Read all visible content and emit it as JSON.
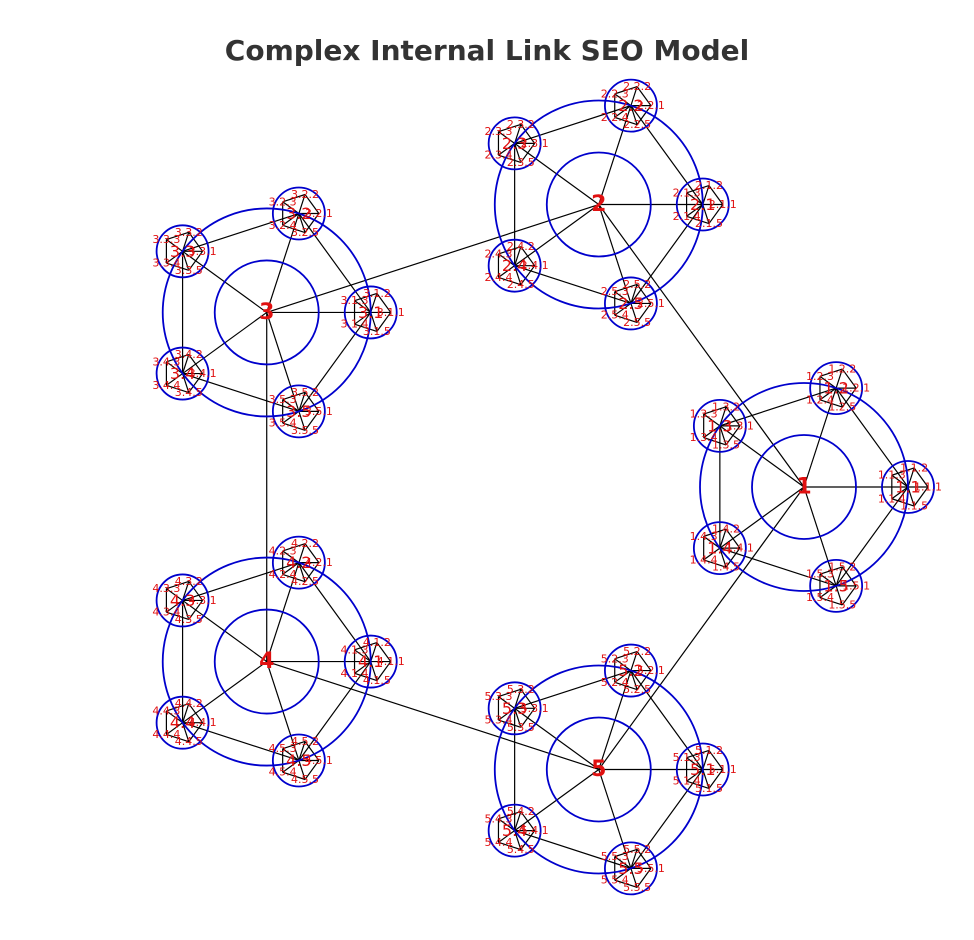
{
  "title": "Complex Internal Link SEO Model",
  "colors": {
    "ring": "#0000cc",
    "edge": "#000000",
    "label": "#e01010",
    "title": "#333333"
  },
  "hubs": [
    {
      "label": "1",
      "pages": [
        {
          "label": "1.1",
          "subpages": [
            "1.1.1",
            "1.1.2",
            "1.1.3",
            "1.1.4",
            "1.1.5"
          ]
        },
        {
          "label": "1.2",
          "subpages": [
            "1.2.1",
            "1.2.2",
            "1.2.3",
            "1.2.4",
            "1.2.5"
          ]
        },
        {
          "label": "1.3",
          "subpages": [
            "1.3.1",
            "1.3.2",
            "1.3.3",
            "1.3.4",
            "1.3.5"
          ]
        },
        {
          "label": "1.4",
          "subpages": [
            "1.4.1",
            "1.4.2",
            "1.4.3",
            "1.4.4",
            "1.4.5"
          ]
        },
        {
          "label": "1.5",
          "subpages": [
            "1.5.1",
            "1.5.2",
            "1.5.3",
            "1.5.4",
            "1.5.5"
          ]
        }
      ]
    },
    {
      "label": "2",
      "pages": [
        {
          "label": "2.1",
          "subpages": [
            "2.1.1",
            "2.1.2",
            "2.1.3",
            "2.1.4",
            "2.1.5"
          ]
        },
        {
          "label": "2.2",
          "subpages": [
            "2.2.1",
            "2.2.2",
            "2.2.3",
            "2.2.4",
            "2.2.5"
          ]
        },
        {
          "label": "2.3",
          "subpages": [
            "2.3.1",
            "2.3.2",
            "2.3.3",
            "2.3.4",
            "2.3.5"
          ]
        },
        {
          "label": "2.4",
          "subpages": [
            "2.4.1",
            "2.4.2",
            "2.4.3",
            "2.4.4",
            "2.4.5"
          ]
        },
        {
          "label": "2.5",
          "subpages": [
            "2.5.1",
            "2.5.2",
            "2.5.3",
            "2.5.4",
            "2.5.5"
          ]
        }
      ]
    },
    {
      "label": "3",
      "pages": [
        {
          "label": "3.1",
          "subpages": [
            "3.1.1",
            "3.1.2",
            "3.1.3",
            "3.1.4",
            "3.1.5"
          ]
        },
        {
          "label": "3.2",
          "subpages": [
            "3.2.1",
            "3.2.2",
            "3.2.3",
            "3.2.4",
            "3.2.5"
          ]
        },
        {
          "label": "3.3",
          "subpages": [
            "3.3.1",
            "3.3.2",
            "3.3.3",
            "3.3.4",
            "3.3.5"
          ]
        },
        {
          "label": "3.4",
          "subpages": [
            "3.4.1",
            "3.4.2",
            "3.4.3",
            "3.4.4",
            "3.4.5"
          ]
        },
        {
          "label": "3.5",
          "subpages": [
            "3.5.1",
            "3.5.2",
            "3.5.3",
            "3.5.4",
            "3.5.5"
          ]
        }
      ]
    },
    {
      "label": "4",
      "pages": [
        {
          "label": "4.1",
          "subpages": [
            "4.1.1",
            "4.1.2",
            "4.1.3",
            "4.1.4",
            "4.1.5"
          ]
        },
        {
          "label": "4.2",
          "subpages": [
            "4.2.1",
            "4.2.2",
            "4.2.3",
            "4.2.4",
            "4.2.5"
          ]
        },
        {
          "label": "4.3",
          "subpages": [
            "4.3.1",
            "4.3.2",
            "4.3.3",
            "4.3.4",
            "4.3.5"
          ]
        },
        {
          "label": "4.4",
          "subpages": [
            "4.4.1",
            "4.4.2",
            "4.4.3",
            "4.4.4",
            "4.4.5"
          ]
        },
        {
          "label": "4.5",
          "subpages": [
            "4.5.1",
            "4.5.2",
            "4.5.3",
            "4.5.4",
            "4.5.5"
          ]
        }
      ]
    },
    {
      "label": "5",
      "pages": [
        {
          "label": "5.1",
          "subpages": [
            "5.1.1",
            "5.1.2",
            "5.1.3",
            "5.1.4",
            "5.1.5"
          ]
        },
        {
          "label": "5.2",
          "subpages": [
            "5.2.1",
            "5.2.2",
            "5.2.3",
            "5.2.4",
            "5.2.5"
          ]
        },
        {
          "label": "5.3",
          "subpages": [
            "5.3.1",
            "5.3.2",
            "5.3.3",
            "5.3.4",
            "5.3.5"
          ]
        },
        {
          "label": "5.4",
          "subpages": [
            "5.4.1",
            "5.4.2",
            "5.4.3",
            "5.4.4",
            "5.4.5"
          ]
        },
        {
          "label": "5.5",
          "subpages": [
            "5.5.1",
            "5.5.2",
            "5.5.3",
            "5.5.4",
            "5.5.5"
          ]
        }
      ]
    }
  ]
}
